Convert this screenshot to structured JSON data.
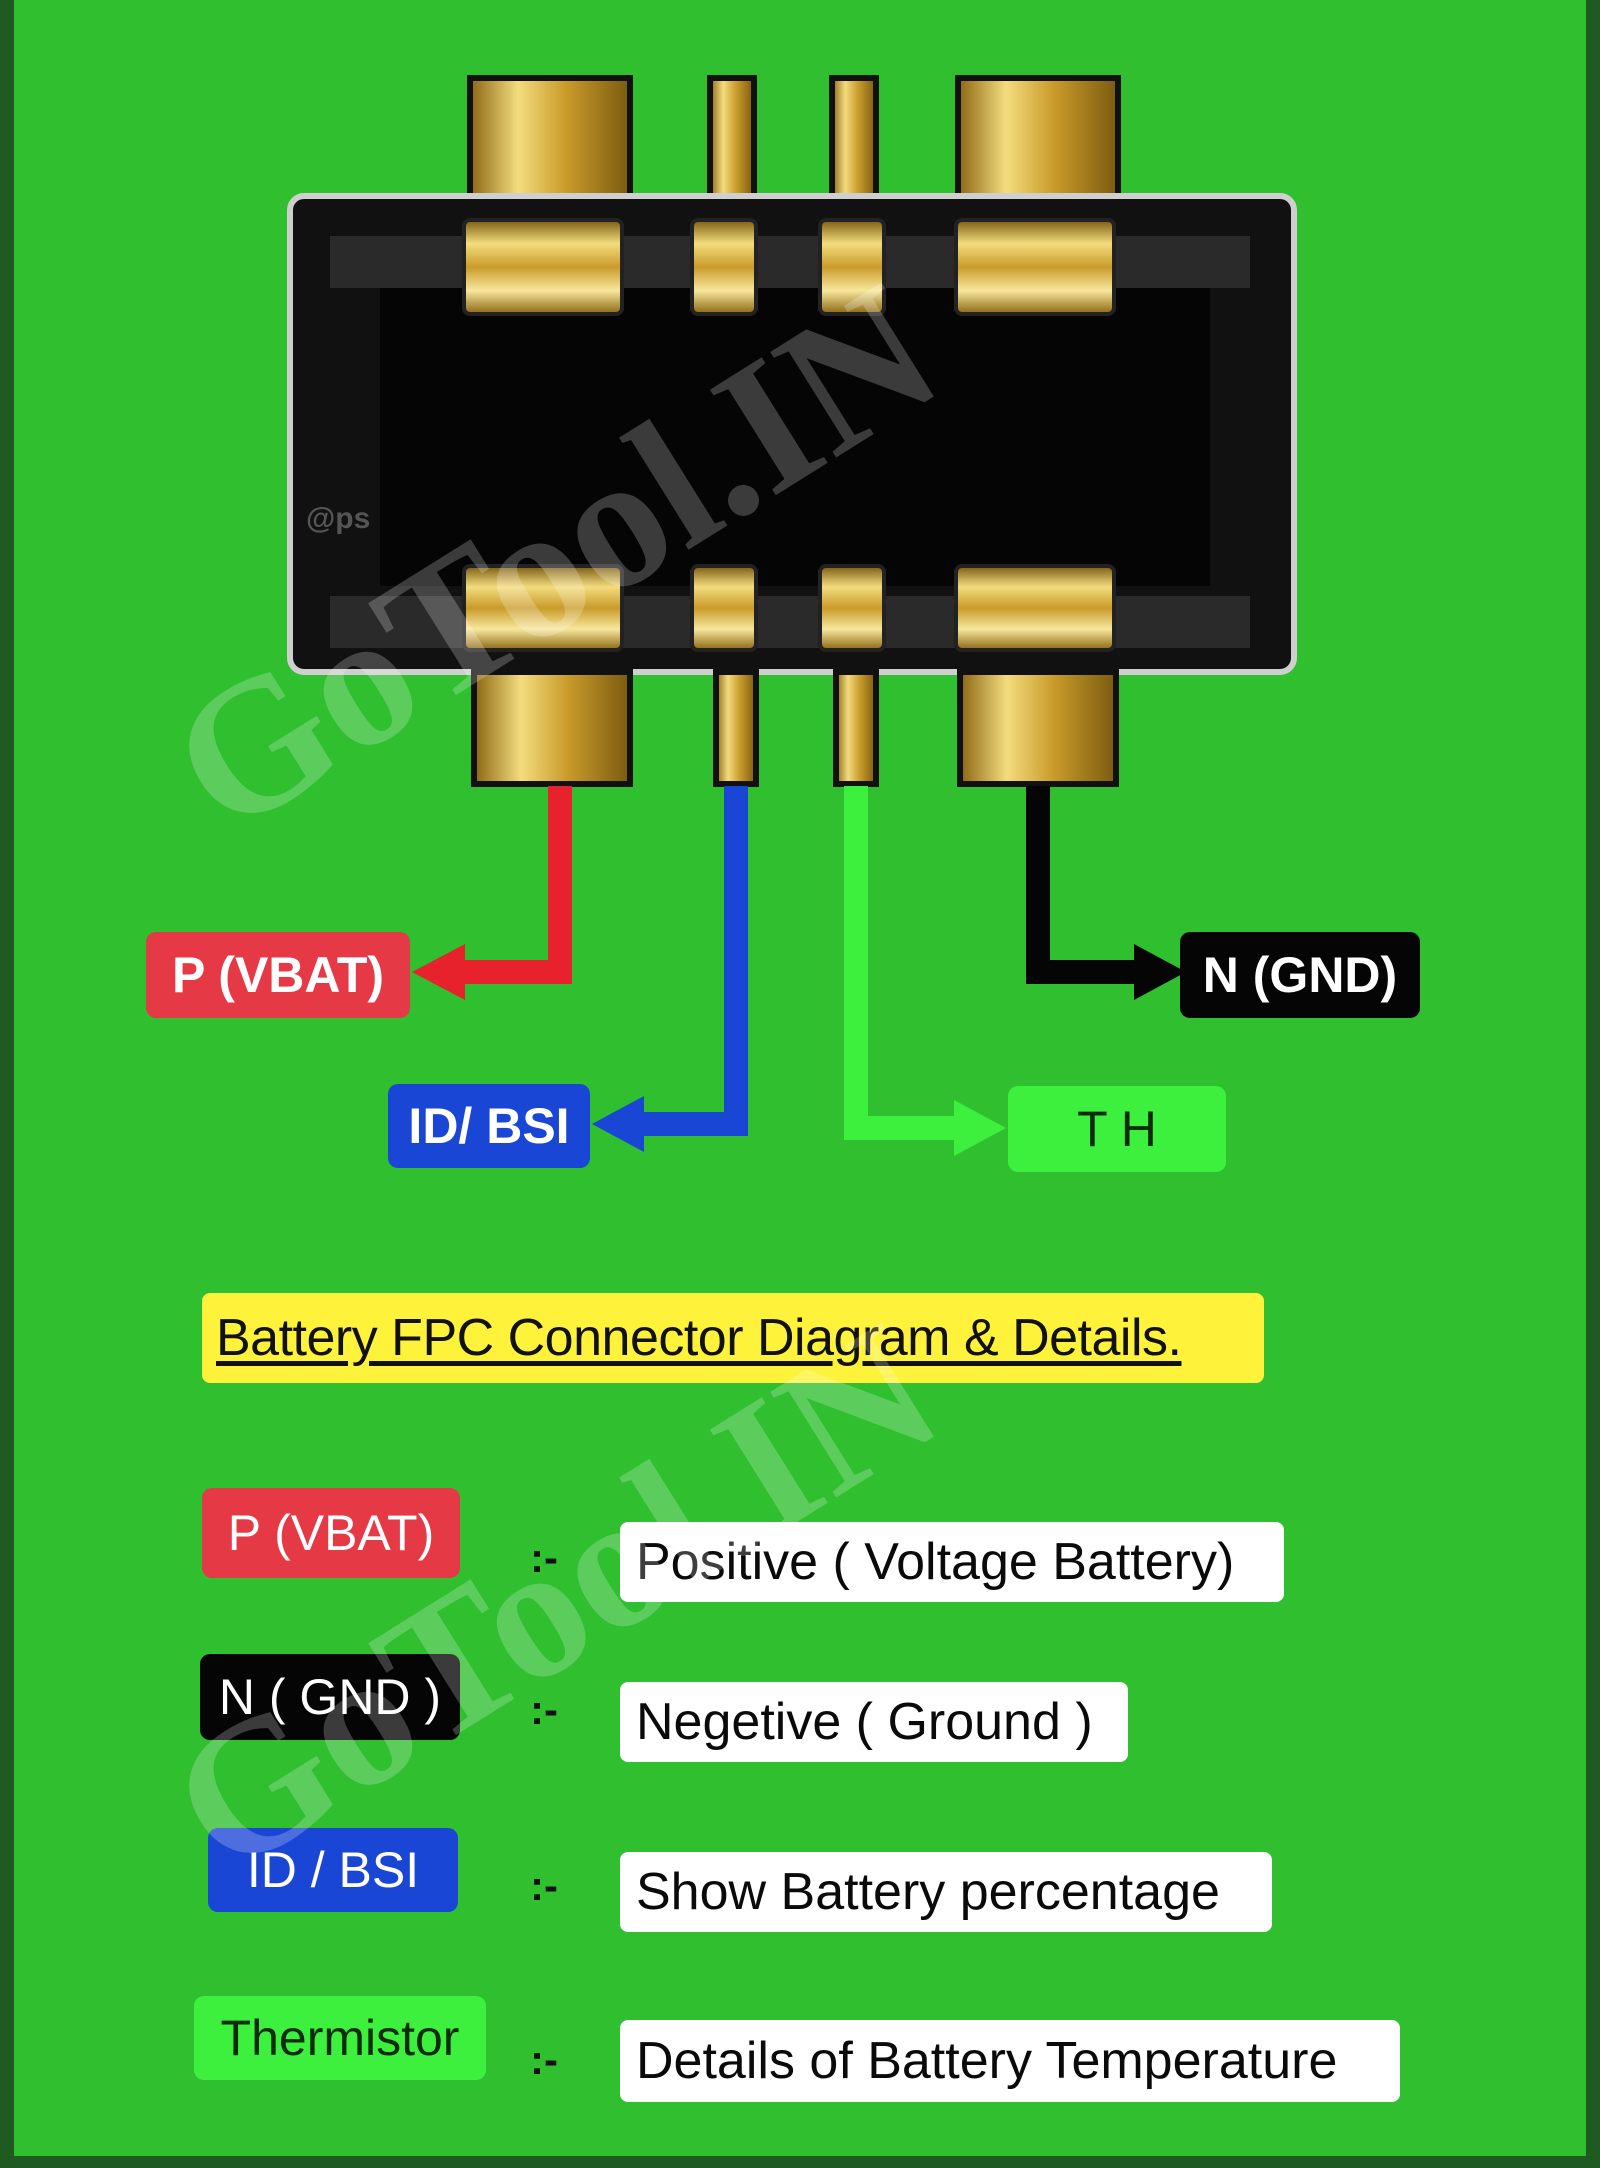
{
  "watermark": "GoTool.IN",
  "connector": {
    "credit": "@ps"
  },
  "pins": [
    {
      "label": "P (VBAT)",
      "color": "#e63946"
    },
    {
      "label": "ID/ BSI",
      "color": "#1a46d6"
    },
    {
      "label": "T H",
      "color": "#3df03d"
    },
    {
      "label": "N (GND)",
      "color": "#050505"
    }
  ],
  "title": "Battery FPC Connector Diagram & Details.",
  "legend": [
    {
      "term": "P (VBAT)",
      "separator": ":-",
      "description": "Positive ( Voltage Battery)",
      "style": "red"
    },
    {
      "term": "N ( GND )",
      "separator": ":-",
      "description": "Negetive ( Ground )",
      "style": "black"
    },
    {
      "term": "ID / BSI",
      "separator": ":-",
      "description": "Show Battery percentage",
      "style": "blue"
    },
    {
      "term": "Thermistor",
      "separator": ":-",
      "description": "Details of Battery Temperature",
      "style": "green"
    }
  ]
}
